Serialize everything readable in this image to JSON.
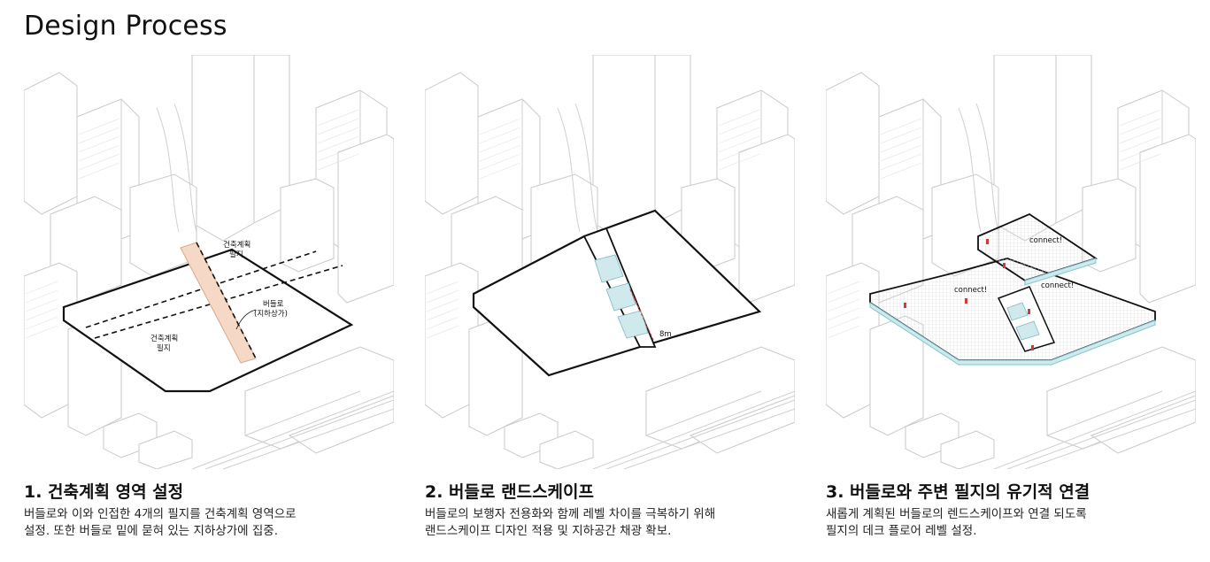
{
  "page_title": "Design Process",
  "panels": [
    {
      "caption_title": "1. 건축계획 영역 설정",
      "caption_lines": [
        "버들로와 이와 인접한 4개의 필지를 건축계획 영역으로",
        "설정. 또한 버들로 밑에 묻혀 있는 지하상가에 집중."
      ],
      "labels": {
        "plot_top": [
          "건축계획",
          "필지"
        ],
        "plot_bottom": [
          "건축계획",
          "필지"
        ],
        "road": [
          "버들로",
          "(지하상가)"
        ]
      },
      "colors": {
        "road_fill": "#f5d9c6",
        "road_edge": "#d8a98a"
      }
    },
    {
      "caption_title": "2. 버들로 랜드스케이프",
      "caption_lines": [
        "버들로의 보행자 전용화와 함께 레벨 차이를 극복하기 위해",
        "랜드스케이프 디자인 적용 및 지하공간 채광 확보."
      ],
      "labels": {
        "level": "8m"
      },
      "colors": {
        "stair": "#cfe9ec",
        "marker": "#d23a3a"
      }
    },
    {
      "caption_title": "3. 버들로와 주변 필지의 유기적 연결",
      "caption_lines": [
        "새롭게 계획된 버들로의 렌드스케이프와 연결 되도록",
        "필지의 데크 플로어 레벨 설정."
      ],
      "labels": {
        "connect_a": "connect!",
        "connect_b": "connect!",
        "connect_c": "connect!"
      },
      "colors": {
        "deck_edge": "#7fc6cf",
        "marker": "#d23a3a"
      }
    }
  ]
}
